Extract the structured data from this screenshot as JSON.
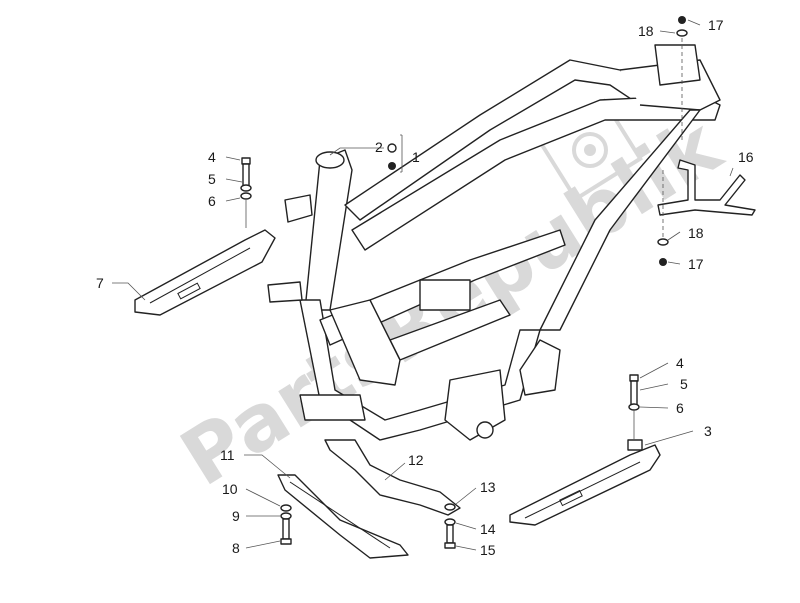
{
  "watermark": {
    "text": "PartsRepublik",
    "color": "#d9d9d9",
    "icon": "gear-icon"
  },
  "callouts": [
    {
      "id": "2",
      "label": "2"
    },
    {
      "id": "1",
      "label": "1"
    },
    {
      "id": "4a",
      "label": "4"
    },
    {
      "id": "5a",
      "label": "5"
    },
    {
      "id": "6a",
      "label": "6"
    },
    {
      "id": "7",
      "label": "7"
    },
    {
      "id": "18a",
      "label": "18"
    },
    {
      "id": "17a",
      "label": "17"
    },
    {
      "id": "16",
      "label": "16"
    },
    {
      "id": "18b",
      "label": "18"
    },
    {
      "id": "17b",
      "label": "17"
    },
    {
      "id": "4b",
      "label": "4"
    },
    {
      "id": "5b",
      "label": "5"
    },
    {
      "id": "6b",
      "label": "6"
    },
    {
      "id": "3",
      "label": "3"
    },
    {
      "id": "11",
      "label": "11"
    },
    {
      "id": "12",
      "label": "12"
    },
    {
      "id": "10",
      "label": "10"
    },
    {
      "id": "9",
      "label": "9"
    },
    {
      "id": "8",
      "label": "8"
    },
    {
      "id": "13",
      "label": "13"
    },
    {
      "id": "14",
      "label": "14"
    },
    {
      "id": "15",
      "label": "15"
    }
  ]
}
